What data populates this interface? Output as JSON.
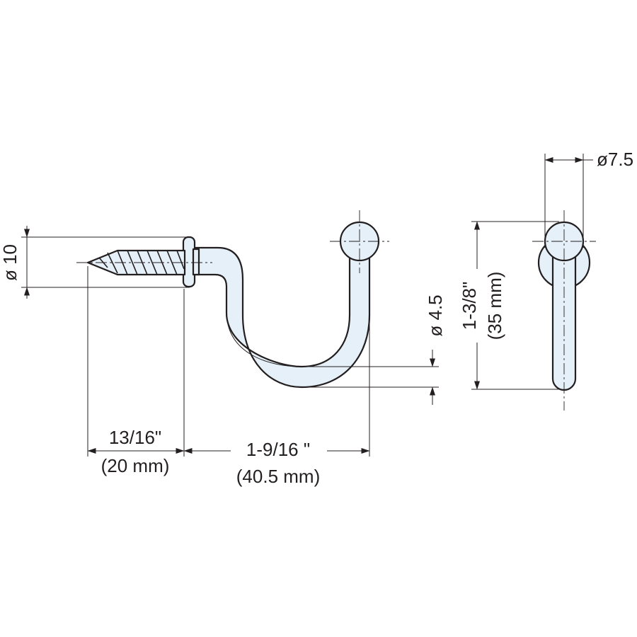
{
  "drawing": {
    "colors": {
      "line": "#231f20",
      "part_fill": "#e6f0f8",
      "background": "#ffffff"
    },
    "dimensions": {
      "head_diameter": "ø 10",
      "screw_length_in": "13/16\"",
      "screw_length_mm": "(20 mm)",
      "reach_in": "1-9/16 \"",
      "reach_mm": "(40.5 mm)",
      "wire_diameter": "ø 4.5",
      "height_in": "1-3/8\"",
      "height_mm": "(35 mm)",
      "ball_diameter": "ø7.5"
    }
  }
}
